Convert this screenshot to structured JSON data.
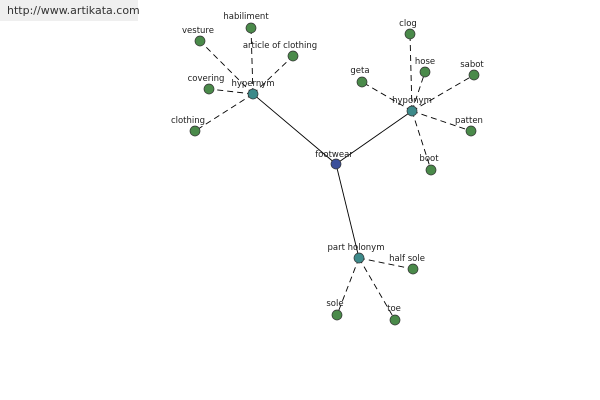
{
  "header": {
    "source_url": "http://www.artikata.com"
  },
  "graph": {
    "root": {
      "label": "footwear",
      "color": "#3b4f9a"
    },
    "relations": [
      {
        "label": "hypernym",
        "color": "#3d8a8a",
        "children": [
          "vesture",
          "habiliment",
          "article of clothing",
          "covering",
          "clothing"
        ]
      },
      {
        "label": "hyponym",
        "color": "#3d8a8a",
        "children": [
          "clog",
          "geta",
          "hose",
          "sabot",
          "patten",
          "boot"
        ]
      },
      {
        "label": "part holonym",
        "color": "#3d8a8a",
        "children": [
          "half sole",
          "sole",
          "toe"
        ]
      }
    ],
    "leaf_color": "#4a8a4a"
  }
}
